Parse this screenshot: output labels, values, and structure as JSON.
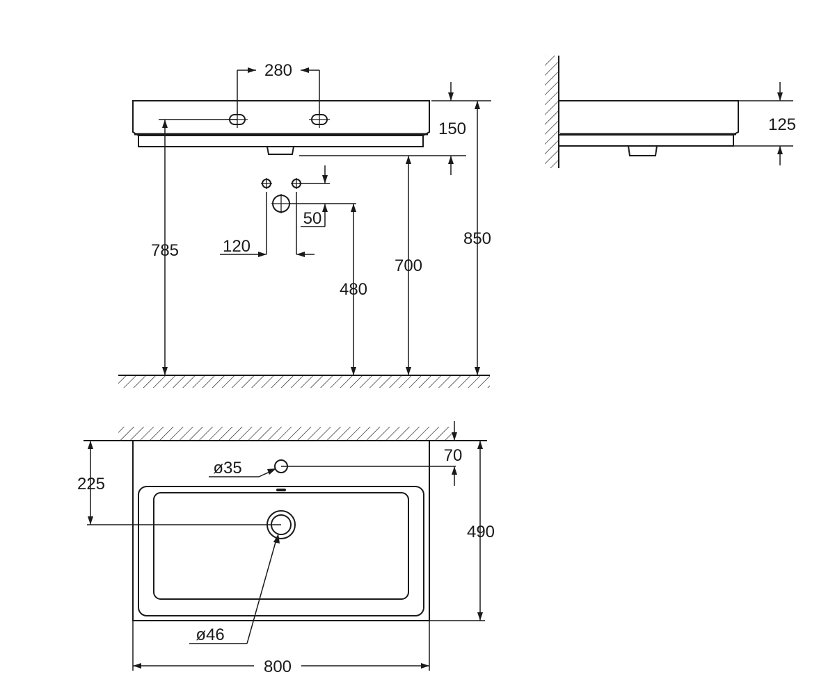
{
  "diagram": {
    "front_view": {
      "tap_hole_spacing": "280",
      "basin_height": "150",
      "tap_hole_height": "785",
      "basin_underside_height": "700",
      "rim_height": "850",
      "supply_spacing": "120",
      "drain_offset": "50",
      "drain_height": "480"
    },
    "side_view": {
      "depth": "125"
    },
    "top_view": {
      "overflow_diameter": "ø35",
      "overflow_offset": "70",
      "drain_distance": "225",
      "drain_diameter": "ø46",
      "width": "800",
      "depth": "490"
    }
  }
}
